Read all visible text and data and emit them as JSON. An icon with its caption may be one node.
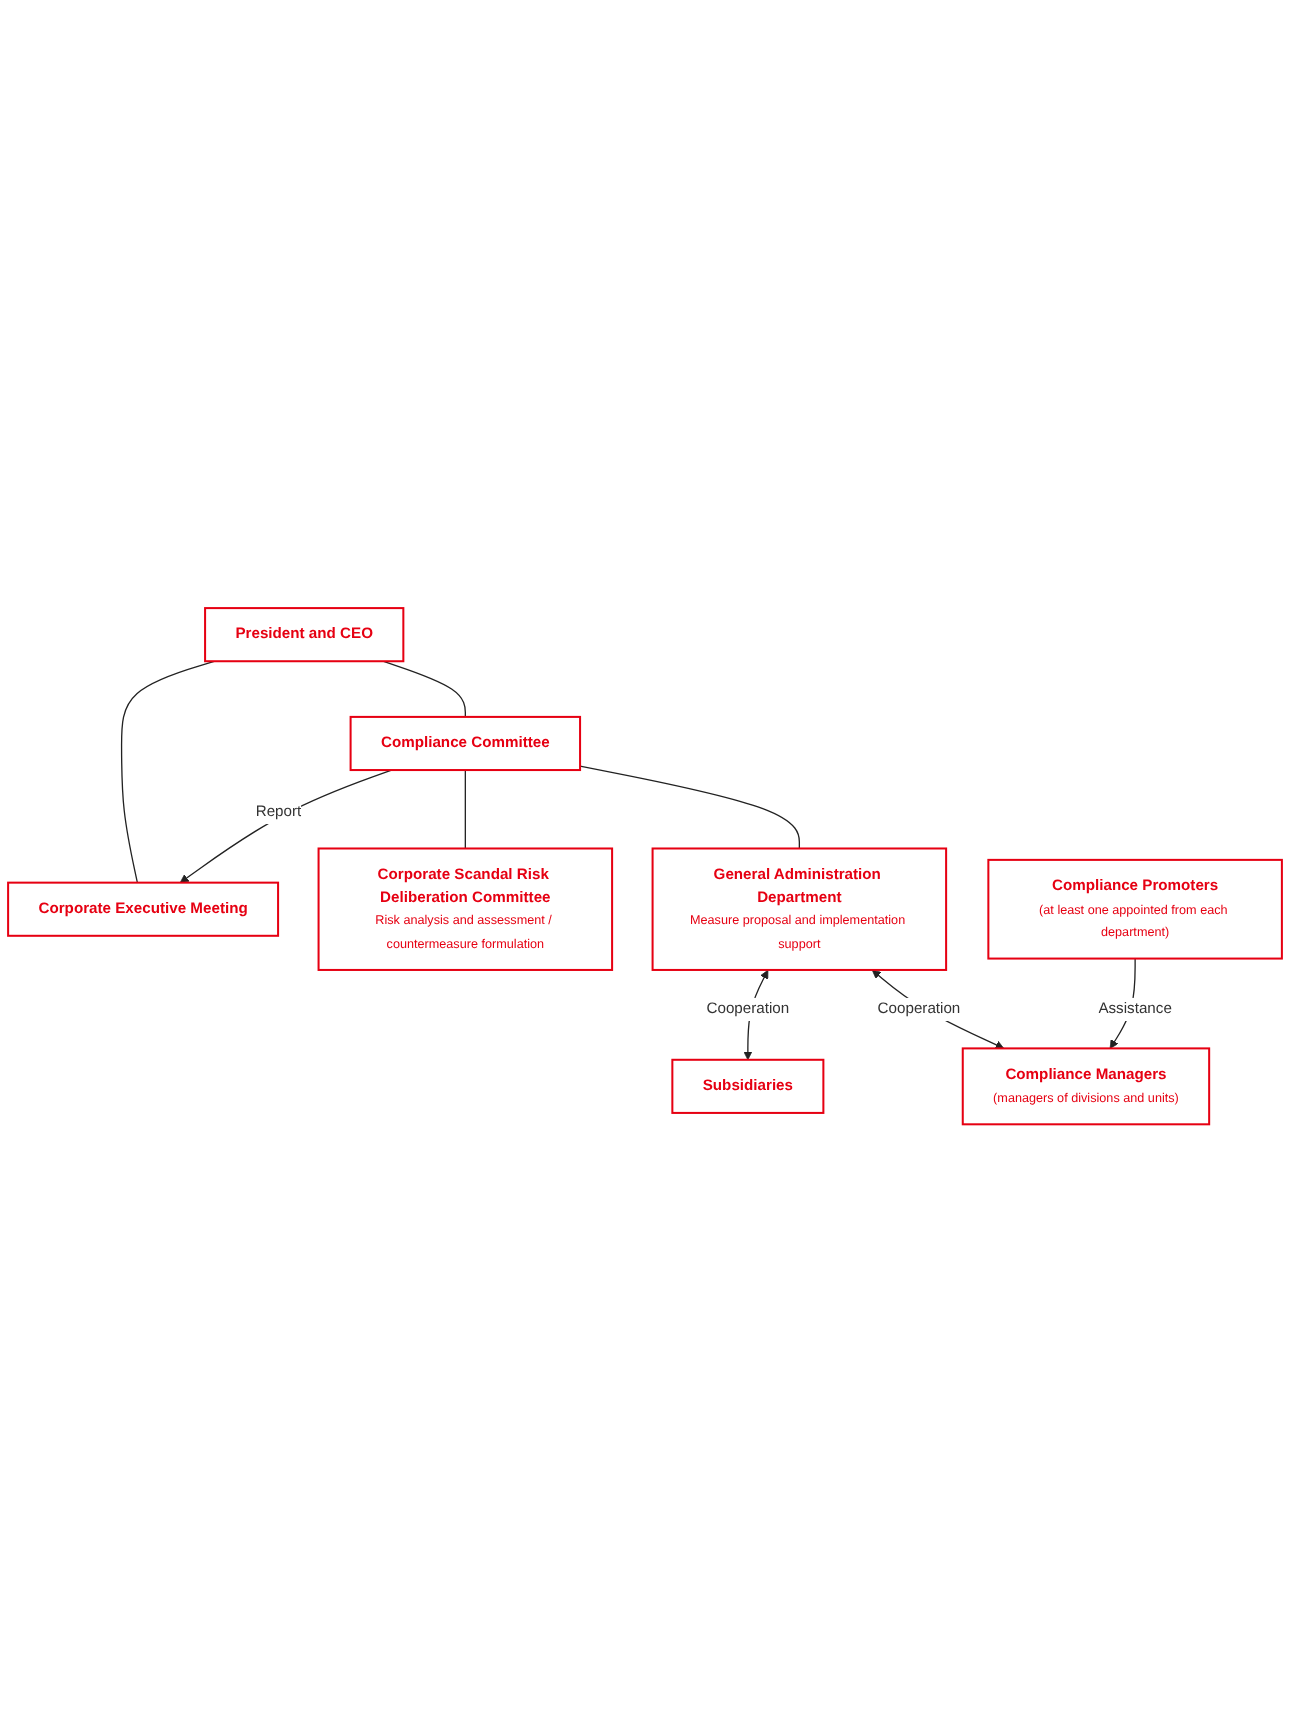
{
  "diagram": {
    "nodes": [
      {
        "text": [
          "President and CEO"
        ]
      },
      {
        "text": [
          "Corporate Executive Meeting"
        ]
      },
      {
        "text": [
          "Compliance Committee"
        ]
      },
      {
        "text": [
          "Corporate Scandal Risk Deliberation Committee",
          "Risk analysis and assessment / countermeasure formulation"
        ]
      },
      {
        "text": [
          "General Administration Department",
          "Measure proposal and implementation support"
        ]
      },
      {
        "text": [
          "Subsidiaries"
        ]
      },
      {
        "text": [
          "Compliance Managers",
          "(managers of divisions and units)"
        ]
      },
      {
        "text": [
          "Compliance Promoters",
          "(at least one appointed from each department)"
        ]
      }
    ],
    "edges": [
      {
        "from": 0,
        "to": 2,
        "arrow": "none"
      },
      {
        "from": 0,
        "to": 1,
        "arrow": "none"
      },
      {
        "from": 2,
        "to": 1,
        "arrow": "to",
        "label": "Report"
      },
      {
        "from": 2,
        "to": 3,
        "arrow": "none"
      },
      {
        "from": 2,
        "to": 4,
        "arrow": "none"
      },
      {
        "from": 4,
        "to": 5,
        "arrow": "both",
        "label": "Cooperation"
      },
      {
        "from": 4,
        "to": 6,
        "arrow": "both",
        "label": "Cooperation"
      },
      {
        "from": 7,
        "to": 6,
        "arrow": "to",
        "label": "Assistance"
      }
    ]
  }
}
